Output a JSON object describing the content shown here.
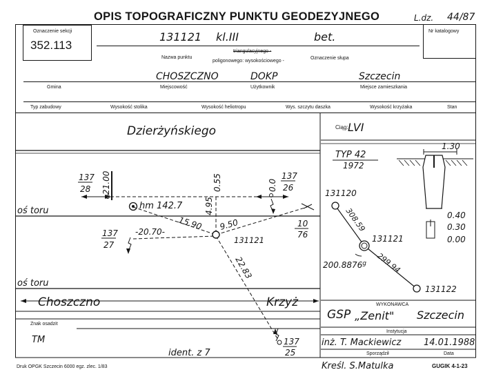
{
  "header": {
    "title": "OPIS TOPOGRAFICZNY PUNKTU GEODEZYJNEGO",
    "ldz_label": "L.dz.",
    "ldz_value": "44/87"
  },
  "section_box": {
    "label": "Oznaczenie sekcji",
    "value": "352.113"
  },
  "catalog_box": {
    "label": "Nr katalogowy"
  },
  "point": {
    "number": "131121",
    "class": "kl.III",
    "pole": "bet.",
    "name_label": "Nazwa punktu",
    "type_line1": "triangulacyjnego -",
    "type_line2": "poligonowego: wysokościowego -",
    "pole_label": "Oznaczenie słupa"
  },
  "location": {
    "gmina_value": "CHOSZCZNO",
    "miejscowosc_value": "",
    "uzytkownik_value": "DOKP",
    "miejsce_value": "Szczecin",
    "gmina_label": "Gmina",
    "miejscowosc_label": "Miejscowość",
    "uzytkownik_label": "Użytkownik",
    "miejsce_label": "Miejsce zamieszkania"
  },
  "columns": [
    "Typ zabudowy",
    "Wysokość stolika",
    "Wysokość heliotropu",
    "Wys. szczytu daszka",
    "Wysokość krzyżaka",
    "Stan"
  ],
  "sketch": {
    "street": "Dzierżyńskiego",
    "ref_hm": "hm 142.7",
    "track1": "oś toru",
    "track2": "oś toru",
    "dir_left": "Choszczno",
    "dir_right": "Krzyż",
    "point_label": "131121",
    "frac_137_28_top": "137",
    "frac_137_28_bot": "28",
    "frac_137_26_top": "137",
    "frac_137_26_bot": "26",
    "frac_137_27_top": "137",
    "frac_137_27_bot": "27",
    "frac_10_76_top": "10",
    "frac_10_76_bot": "76",
    "frac_137_25_top": "137",
    "frac_137_25_bot": "25",
    "d_21_00": "21.00",
    "d_0_55": "0.55",
    "d_0_0": "0.0",
    "d_4_95": "4.95",
    "d_15_90": "15.90",
    "d_9_50": "9.50",
    "d_20_70": "-20.70-",
    "d_22_83": "22.83"
  },
  "ciag": {
    "label": "Ciąg:",
    "value": "LVI"
  },
  "marker": {
    "type": "TYP 42",
    "year": "1972",
    "top_dim": "1.30",
    "dim1": "0.40",
    "dim2": "0.30",
    "dim3": "0.00"
  },
  "traverse": {
    "p1": "131120",
    "p2": "131121",
    "p3": "131122",
    "d1": "308.59",
    "d2": "299.94",
    "angle": "200.8876",
    "angle_sup": "g"
  },
  "contractor": {
    "header": "WYKONAWCA",
    "name1": "GSP",
    "name2": "„Zenit\"",
    "city": "Szczecin",
    "inst_label": "Instytucja",
    "author": "inż. T. Mackiewicz",
    "date": "14.01.1988",
    "author_label": "Sporządził",
    "date_label": "Data"
  },
  "footer": {
    "znak_label": "Znak osadzit",
    "znak_value": "TM",
    "ident": "ident. z 7",
    "print": "Druk OPGK Szczecin 6000 egz. zlec. 1/83",
    "kresl": "Kreśl.  S.Matulka",
    "code": "GUGIK 4-1-23"
  }
}
